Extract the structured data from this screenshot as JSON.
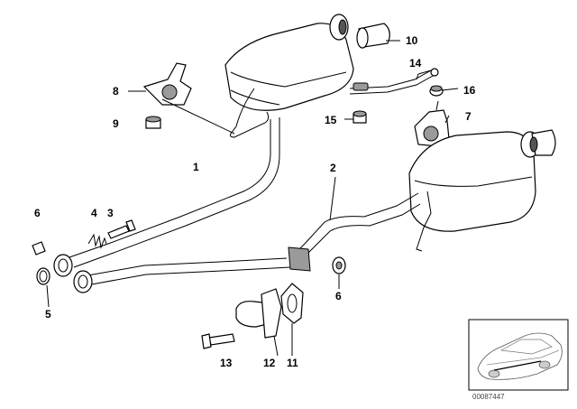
{
  "callouts": {
    "c1": "1",
    "c2": "2",
    "c3": "3",
    "c4": "4",
    "c5": "5",
    "c6a": "6",
    "c6b": "6",
    "c7": "7",
    "c8": "8",
    "c9": "9",
    "c10": "10",
    "c11": "11",
    "c12": "12",
    "c13": "13",
    "c14": "14",
    "c15": "15",
    "c16": "16"
  },
  "stamp": "00087447"
}
